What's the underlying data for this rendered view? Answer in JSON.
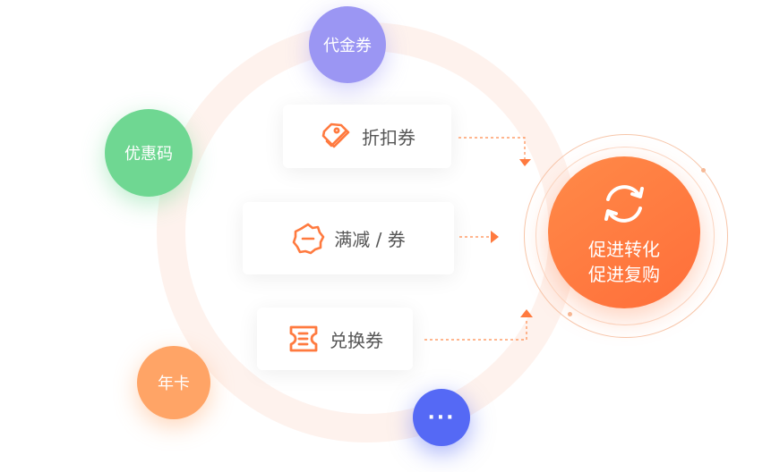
{
  "bubbles": {
    "voucher": "代金券",
    "promo_code": "优惠码",
    "annual_card": "年卡",
    "more": "···"
  },
  "cards": {
    "discount": "折扣券",
    "full_reduction": "满减 / 券",
    "exchange": "兑换券"
  },
  "center": {
    "line1": "促进转化",
    "line2": "促进复购"
  },
  "colors": {
    "accent": "#ff7a3f",
    "purple": "#9b96f3",
    "green": "#6fd792",
    "orange": "#ffa466",
    "blue": "#5569f5",
    "text": "#555555"
  },
  "icons": {
    "discount": "tag-icon",
    "full_reduction": "badge-minus-icon",
    "exchange": "ticket-icon",
    "center": "refresh-cycle-icon"
  }
}
